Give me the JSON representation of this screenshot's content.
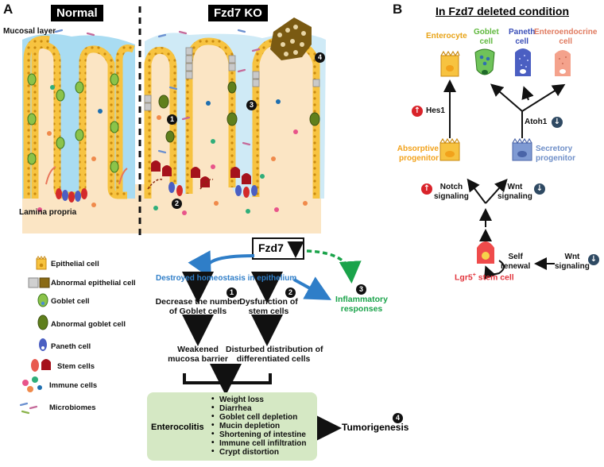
{
  "panels": {
    "a": "A",
    "b": "B"
  },
  "panel_a": {
    "normal_header": "Normal",
    "ko_header": "Fzd7 KO",
    "mucosal_layer": "Mucosal  layer",
    "lamina_propria": "Lamina propria",
    "markers": [
      "1",
      "2",
      "3",
      "4"
    ]
  },
  "flow": {
    "fzd7_label": "Fzd7",
    "destroyed": "Destroyed homeostasis in epithelium",
    "decrease_l1": "Decrease the number",
    "decrease_l2": "of Goblet cells",
    "dysfunction_l1": "Dysfunction of",
    "dysfunction_l2": "stem cells",
    "inflammatory_l1": "Inflammatory",
    "inflammatory_l2": "responses",
    "weakened_l1": "Weakened",
    "weakened_l2": "mucosa barrier",
    "disturbed_l1": "Disturbed distribution of",
    "disturbed_l2": "differentiated cells",
    "enterocolitis": "Enterocolitis",
    "symptoms": [
      "Weight loss",
      "Diarrhea",
      "Goblet cell depletion",
      "Mucin depletion",
      "Shortening of intestine",
      "Immune cell infiltration",
      "Crypt distortion"
    ],
    "tumorigenesis": "Tumorigenesis",
    "markers": [
      "1",
      "2",
      "3",
      "4"
    ]
  },
  "legend": [
    {
      "label": "Epithelial cell",
      "icon": "epithelial-cell-icon"
    },
    {
      "label": "Abnormal epithelial cell",
      "icon": "abnormal-epithelial-cell-icon"
    },
    {
      "label": "Goblet cell",
      "icon": "goblet-cell-icon"
    },
    {
      "label": "Abnormal goblet cell",
      "icon": "abnormal-goblet-cell-icon"
    },
    {
      "label": "Paneth cell",
      "icon": "paneth-cell-icon"
    },
    {
      "label": "Stem cells",
      "icon": "stem-cells-icon"
    },
    {
      "label": "Immune cells",
      "icon": "immune-cells-icon"
    },
    {
      "label": "Microbiomes",
      "icon": "microbiomes-icon"
    }
  ],
  "panel_b": {
    "title": "In Fzd7 deleted condition",
    "enterocyte": "Enterocyte",
    "goblet_l1": "Goblet",
    "goblet_l2": "cell",
    "paneth_l1": "Paneth",
    "paneth_l2": "cell",
    "entero_l1": "Enteroendocrine",
    "entero_l2": "cell",
    "hes1": "Hes1",
    "atoh1": "Atoh1",
    "absorptive_l1": "Absorptive",
    "absorptive_l2": "progenitor",
    "secretory_l1": "Secretory",
    "secretory_l2": "progenitor",
    "notch_l1": "Notch",
    "notch_l2": "signaling",
    "wnt_l1": "Wnt",
    "wnt_l2": "signaling",
    "self_l1": "Self",
    "self_l2": "renewal",
    "wnt2_l1": "Wnt",
    "wnt2_l2": "signaling",
    "lgr5": "Lgr5",
    "lgr5_sup": "+",
    "lgr5_rest": " stem cell"
  },
  "colors": {
    "mucus": "#a9dcf2",
    "tissue": "#fbe5c4",
    "epithelium": "#f7c340",
    "goblet": "#8bc34a",
    "paneth": "#4b5fc2",
    "stem": "#c8102e",
    "flow_blue": "#2f7ec8",
    "flow_green": "#1aa34a",
    "absorptive": "#f2a21b",
    "secretory": "#6f8fc8",
    "enterocyte_text": "#e8a317",
    "goblet_text": "#5fb83d",
    "paneth_text": "#3b4fb8",
    "entero_text": "#e07a5f",
    "lgr5_text": "#e2343c",
    "enterocolitis_box": "#d5e8c4"
  }
}
